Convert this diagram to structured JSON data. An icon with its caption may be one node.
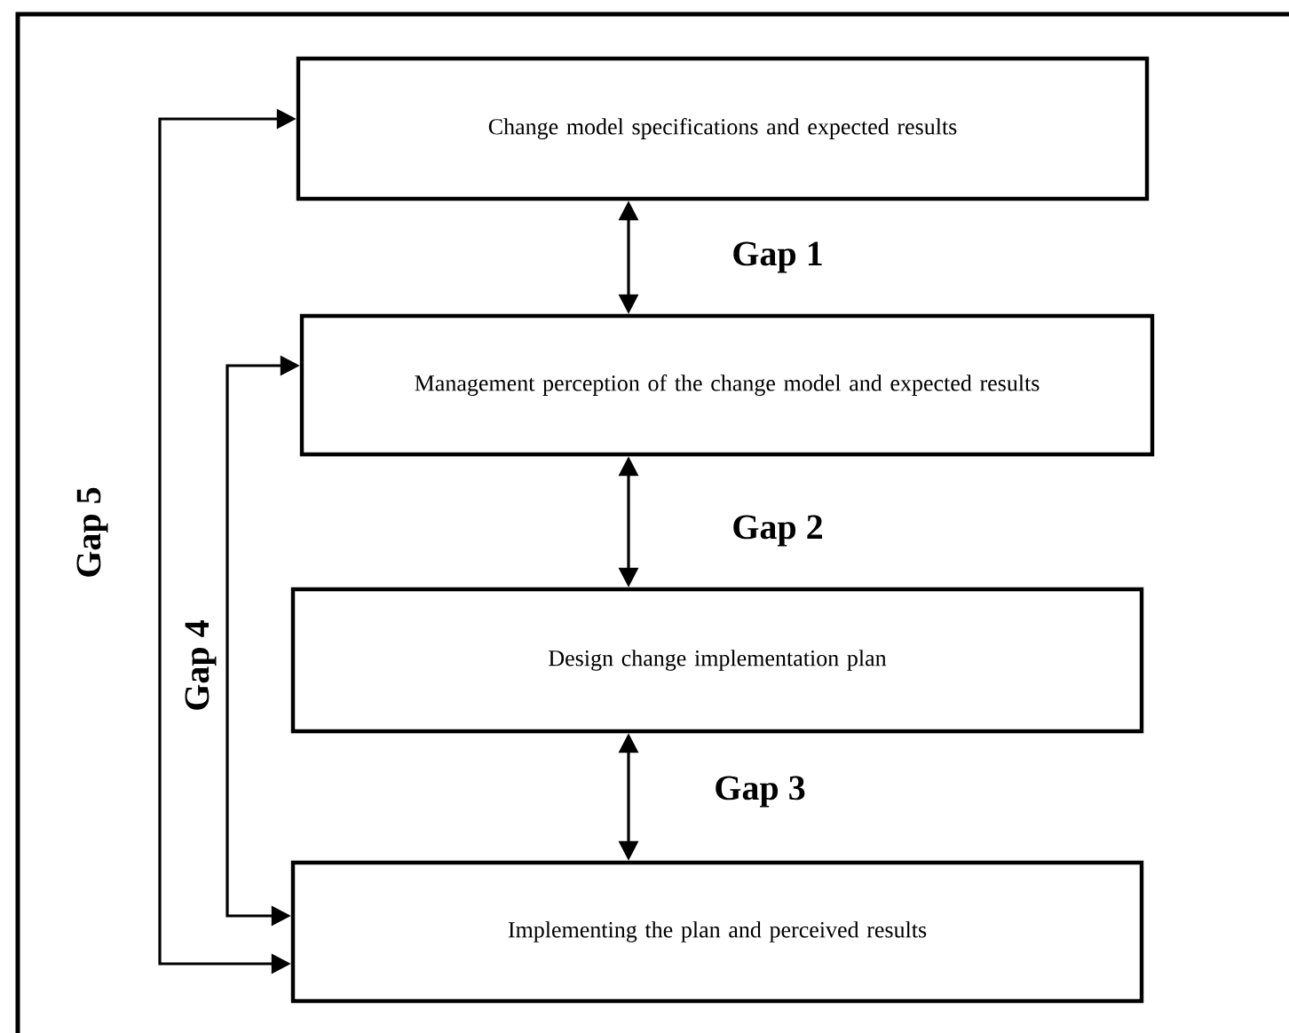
{
  "diagram": {
    "nodes": [
      {
        "text": [
          "Change model specifications and expected results"
        ]
      },
      {
        "text": [
          "Management perception of the change model and expected results"
        ]
      },
      {
        "text": [
          "Design change implementation plan"
        ]
      },
      {
        "text": [
          "Implementing the plan and perceived results"
        ]
      }
    ],
    "edges": [
      {
        "from": 0,
        "to": 1,
        "arrow": "both",
        "label": "Gap 1"
      },
      {
        "from": 1,
        "to": 2,
        "arrow": "both",
        "label": "Gap 2"
      },
      {
        "from": 2,
        "to": 3,
        "arrow": "both",
        "label": "Gap 3"
      },
      {
        "from": 1,
        "to": 3,
        "arrow": "both",
        "label": "Gap 4"
      },
      {
        "from": 0,
        "to": 3,
        "arrow": "both",
        "label": "Gap 5"
      }
    ]
  }
}
